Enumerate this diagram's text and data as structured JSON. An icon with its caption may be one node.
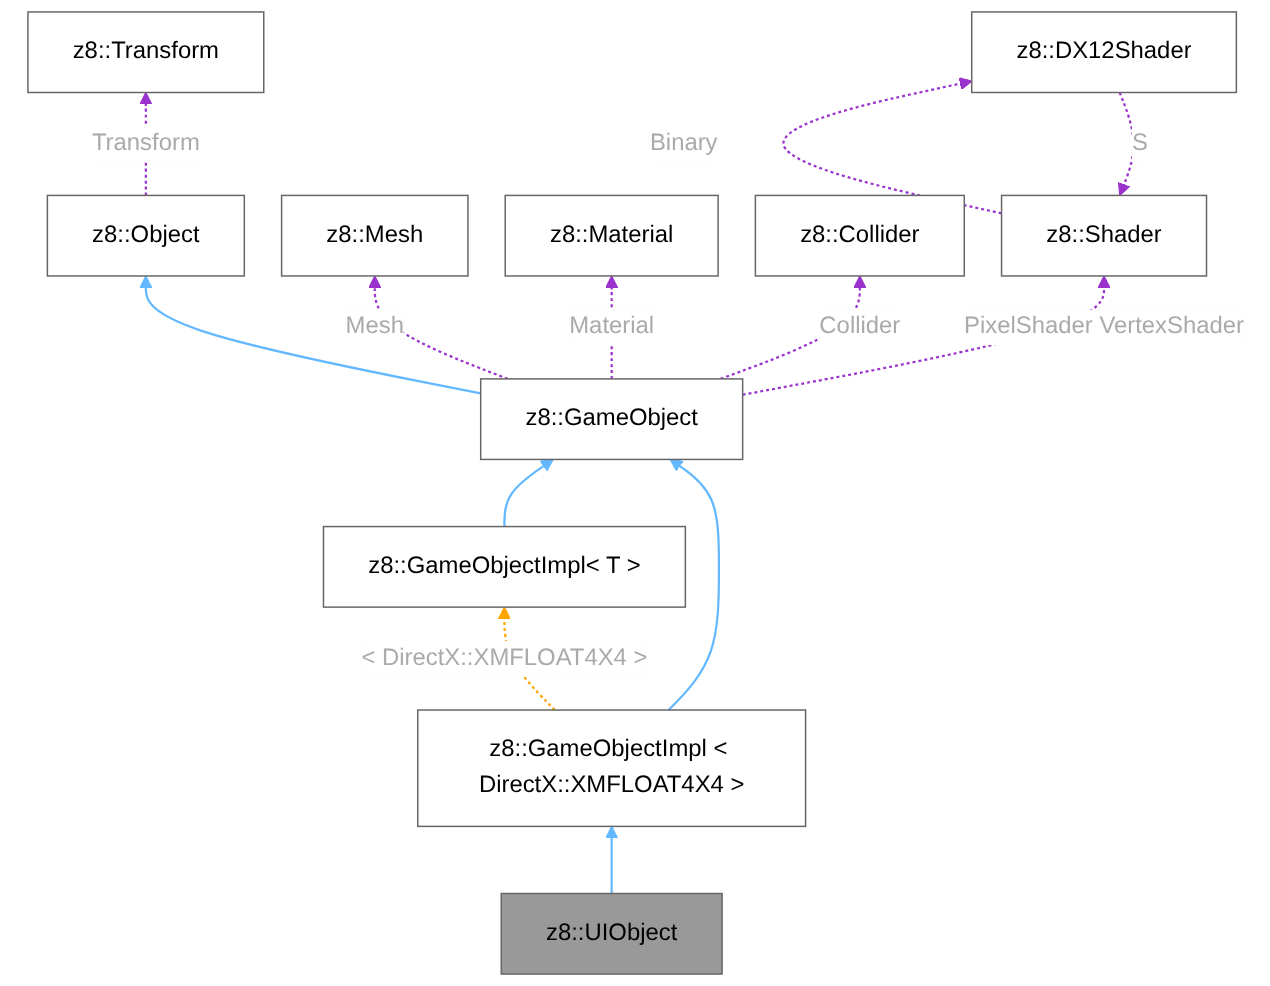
{
  "diagram": {
    "nodes": [
      {
        "text": [
          "z8::Transform"
        ]
      },
      {
        "text": [
          "z8::Object"
        ]
      },
      {
        "text": [
          "z8::Mesh"
        ]
      },
      {
        "text": [
          "z8::Material"
        ]
      },
      {
        "text": [
          "z8::Collider"
        ]
      },
      {
        "text": [
          "z8::Shader"
        ]
      },
      {
        "text": [
          "z8::GameObject"
        ]
      },
      {
        "text": [
          "z8::DX12Shader"
        ]
      },
      {
        "text": [
          "z8::GameObjectImpl< T >"
        ]
      },
      {
        "text": [
          "z8::GameObjectImpl < DirectX::XMFLOAT4X4 >"
        ]
      },
      {
        "text": [
          "z8::UIObject"
        ]
      }
    ],
    "edges": [
      {
        "from": 1,
        "to": 0,
        "arrow": "to",
        "label": "Transform",
        "style": "dashed"
      },
      {
        "from": 6,
        "to": 1,
        "arrow": "to",
        "color": "#63b8ff"
      },
      {
        "from": 6,
        "to": 2,
        "arrow": "to",
        "label": "Mesh",
        "style": "dashed"
      },
      {
        "from": 6,
        "to": 3,
        "arrow": "to",
        "label": "Material",
        "style": "dashed"
      },
      {
        "from": 6,
        "to": 4,
        "arrow": "to",
        "label": "Collider",
        "style": "dashed"
      },
      {
        "from": 6,
        "to": 5,
        "arrow": "to",
        "label": "PixelShader VertexShader",
        "style": "dashed"
      },
      {
        "from": 7,
        "to": 5,
        "arrow": "to",
        "label": "S",
        "style": "dashed"
      },
      {
        "from": 5,
        "to": 7,
        "arrow": "to",
        "label": "Binary",
        "style": "dashed"
      },
      {
        "from": 8,
        "to": 6,
        "arrow": "to",
        "color": "#63b8ff"
      },
      {
        "from": 9,
        "to": 6,
        "arrow": "to",
        "color": "#63b8ff"
      },
      {
        "from": 9,
        "to": 8,
        "arrow": "to",
        "label": "< DirectX::XMFLOAT4X4 >",
        "style": "dashed",
        "color": "#ffa500"
      },
      {
        "from": 10,
        "to": 9,
        "arrow": "to",
        "color": "#63b8ff"
      }
    ]
  }
}
